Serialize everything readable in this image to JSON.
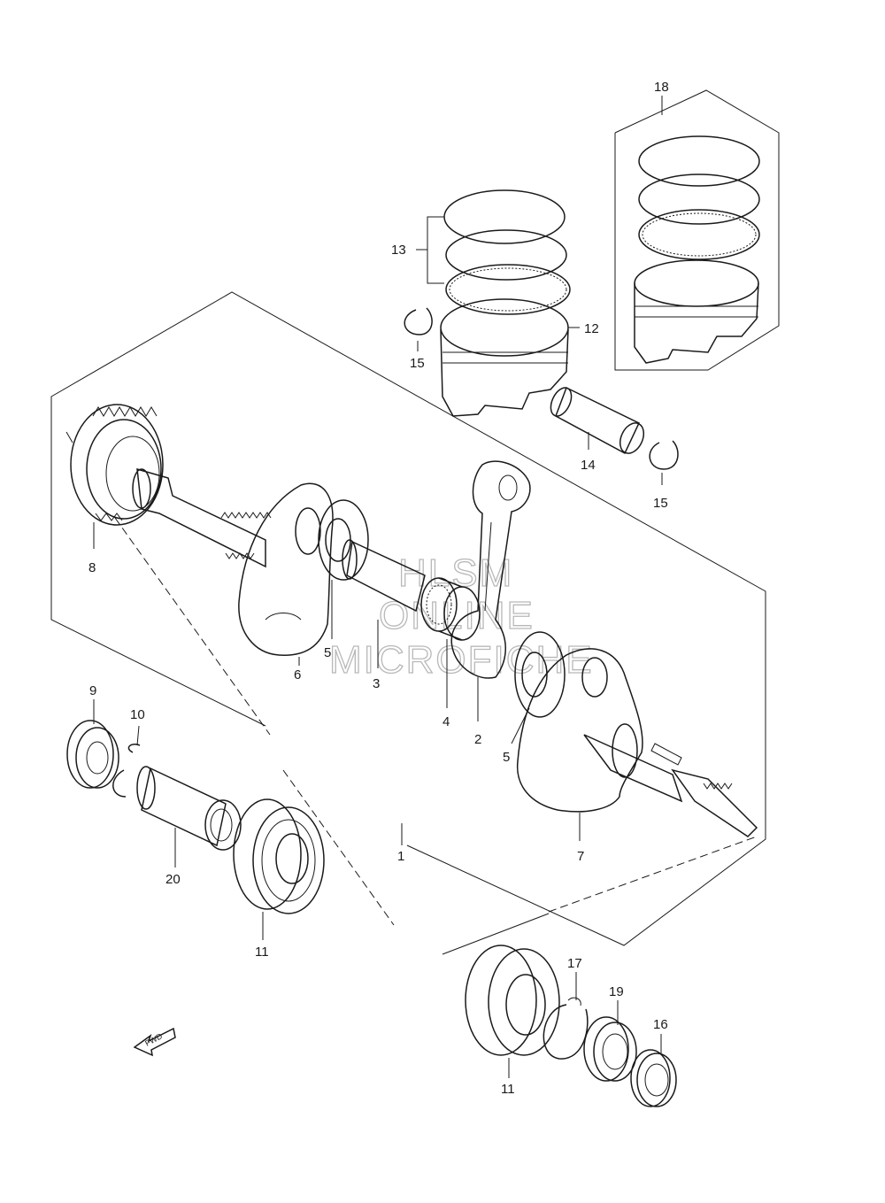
{
  "diagram": {
    "watermark": [
      "HLSM",
      "ONLINE",
      "MICROFICHE"
    ],
    "fwd_label": "FWD",
    "callouts": {
      "c1": "1",
      "c2": "2",
      "c3": "3",
      "c4": "4",
      "c5a": "5",
      "c5b": "5",
      "c6": "6",
      "c7": "7",
      "c8": "8",
      "c9": "9",
      "c10": "10",
      "c11a": "11",
      "c11b": "11",
      "c12": "12",
      "c13": "13",
      "c14": "14",
      "c15a": "15",
      "c15b": "15",
      "c16": "16",
      "c17": "17",
      "c18": "18",
      "c19": "19",
      "c20": "20"
    }
  }
}
